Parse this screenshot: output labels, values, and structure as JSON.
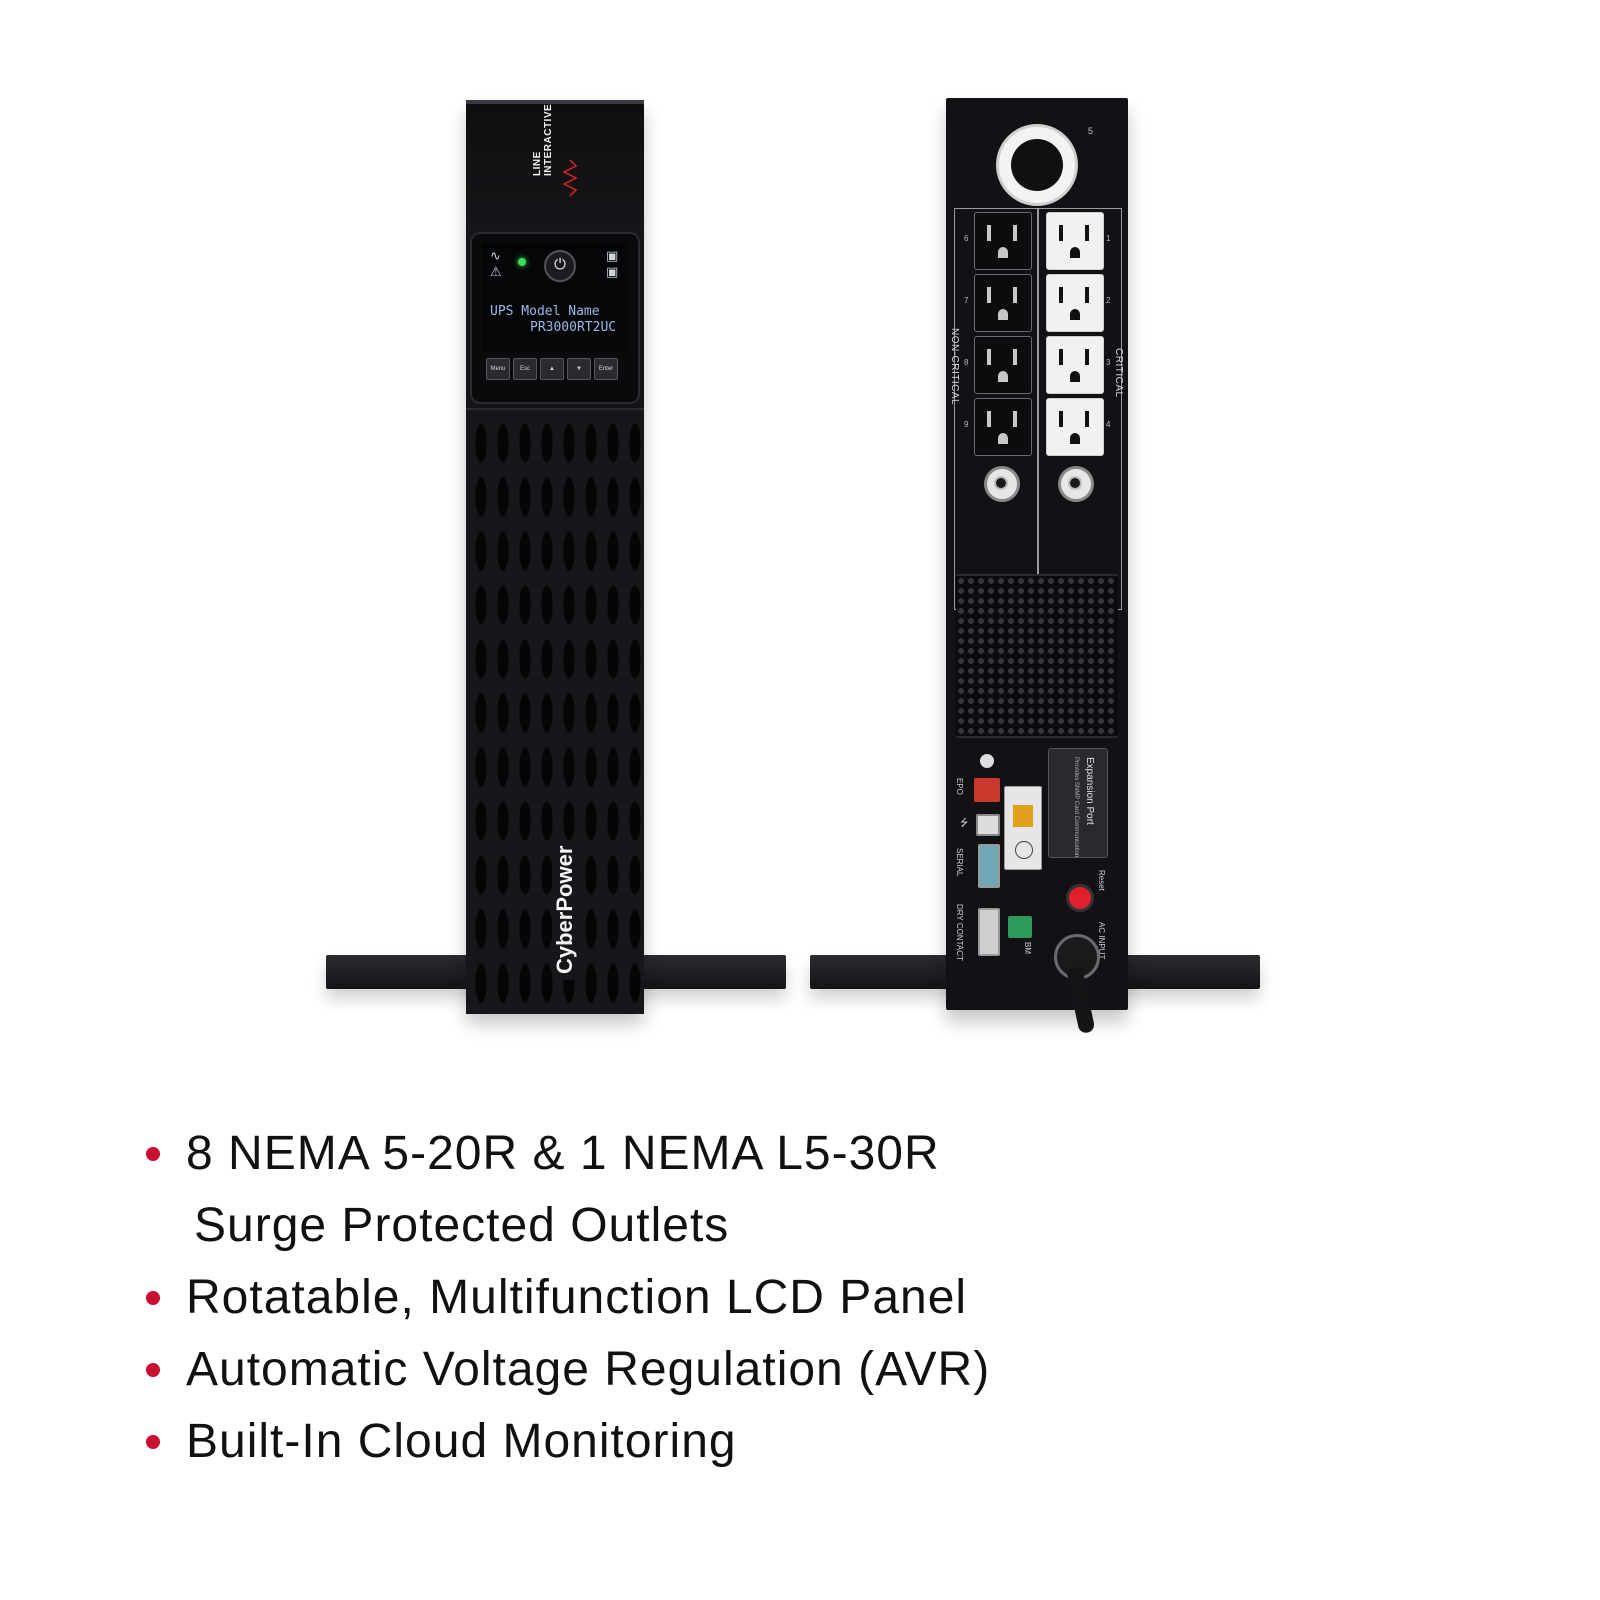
{
  "colors": {
    "background": "#ffffff",
    "unit_body": "#141418",
    "bullet_accent": "#c8102e",
    "lcd_text": "#9bb8e6",
    "status_led": "#38e05a"
  },
  "front_unit": {
    "badge_line1": "LINE",
    "badge_line2": "INTERACTIVE",
    "lcd_line1": "UPS Model Name",
    "lcd_line2": "PR3000RT2UC",
    "buttons": [
      "Menu",
      "Esc",
      "▲",
      "▼",
      "Enter"
    ],
    "brand": "CyberPower",
    "icons": [
      "ac-wave-icon",
      "warning-icon",
      "power-icon",
      "battery-icon"
    ]
  },
  "rear_unit": {
    "non_critical_label": "NON-CRITICAL",
    "critical_label": "CRITICAL",
    "outlet_numbers_left": [
      "6",
      "7",
      "8",
      "9"
    ],
    "outlet_numbers_right": [
      "1",
      "2",
      "3",
      "4"
    ],
    "l530_number": "5",
    "ports": {
      "epo": "EPO",
      "serial": "SERIAL",
      "dry_contact": "DRY CONTACT",
      "bm": "BM",
      "reset": "Reset",
      "ac_input": "AC INPUT",
      "expansion_title": "Expansion Port",
      "expansion_sub": "Provides SNMP Card Communication"
    }
  },
  "features": [
    {
      "line1": "8 NEMA 5-20R & 1 NEMA L5-30R",
      "line2": "Surge Protected Outlets"
    },
    {
      "line1": "Rotatable, Multifunction LCD Panel"
    },
    {
      "line1": "Automatic Voltage Regulation (AVR)"
    },
    {
      "line1": "Built-In Cloud Monitoring"
    }
  ]
}
